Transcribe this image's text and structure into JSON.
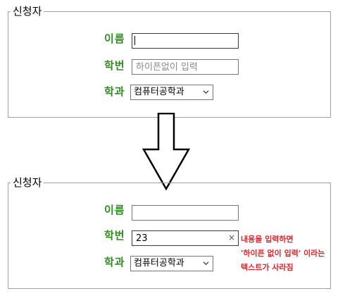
{
  "before": {
    "legend": "신청자",
    "name_label": "이름",
    "name_value": "",
    "id_label": "학번",
    "id_placeholder": "하이픈없이 입력",
    "dept_label": "학과",
    "dept_selected": "컴퓨터공학과"
  },
  "after": {
    "legend": "신청자",
    "name_label": "이름",
    "name_value": "",
    "id_label": "학번",
    "id_value": "23",
    "clear_symbol": "×",
    "dept_label": "학과",
    "dept_selected": "컴퓨터공학과"
  },
  "annotation": {
    "line1": "내용을 입력하면",
    "line2": "'하이픈 없이 입력' 이라는",
    "line3": "텍스트가 사라짐"
  },
  "icons": {
    "arrow": "down-arrow-icon",
    "chevron": "chevron-down-icon",
    "clear": "clear-icon"
  },
  "colors": {
    "label": "#2e8b1e",
    "note": "#e8202a"
  }
}
